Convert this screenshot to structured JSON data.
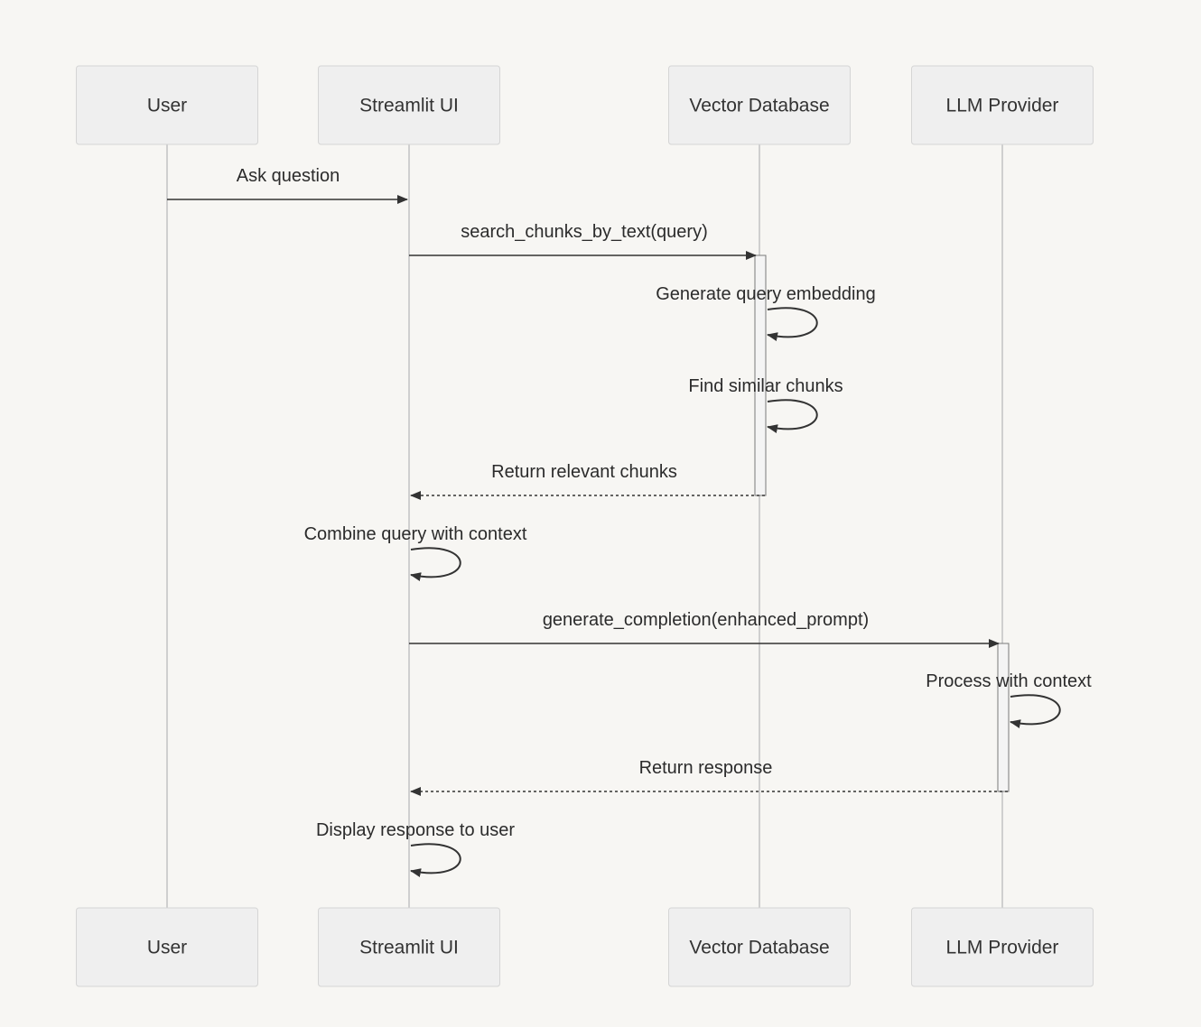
{
  "participants": [
    {
      "id": "user",
      "label": "User"
    },
    {
      "id": "ui",
      "label": "Streamlit UI"
    },
    {
      "id": "db",
      "label": "Vector Database"
    },
    {
      "id": "llm",
      "label": "LLM Provider"
    }
  ],
  "messages": [
    {
      "from": "user",
      "to": "ui",
      "label": "Ask question",
      "style": "solid"
    },
    {
      "from": "ui",
      "to": "db",
      "label": "search_chunks_by_text(query)",
      "style": "solid",
      "activate": true
    },
    {
      "from": "db",
      "to": "db",
      "label": "Generate query embedding",
      "style": "solid"
    },
    {
      "from": "db",
      "to": "db",
      "label": "Find similar chunks",
      "style": "solid"
    },
    {
      "from": "db",
      "to": "ui",
      "label": "Return relevant chunks",
      "style": "dashed",
      "deactivate": true
    },
    {
      "from": "ui",
      "to": "ui",
      "label": "Combine query with context",
      "style": "solid"
    },
    {
      "from": "ui",
      "to": "llm",
      "label": "generate_completion(enhanced_prompt)",
      "style": "solid",
      "activate": true
    },
    {
      "from": "llm",
      "to": "llm",
      "label": "Process with context",
      "style": "solid"
    },
    {
      "from": "llm",
      "to": "ui",
      "label": "Return response",
      "style": "dashed",
      "deactivate": true
    },
    {
      "from": "ui",
      "to": "ui",
      "label": "Display response to user",
      "style": "solid"
    }
  ],
  "colors": {
    "background": "#f7f6f3",
    "actor_fill": "#efefef",
    "actor_stroke": "#d5d5d5",
    "lifeline": "#cfcfcf",
    "line": "#333333"
  }
}
